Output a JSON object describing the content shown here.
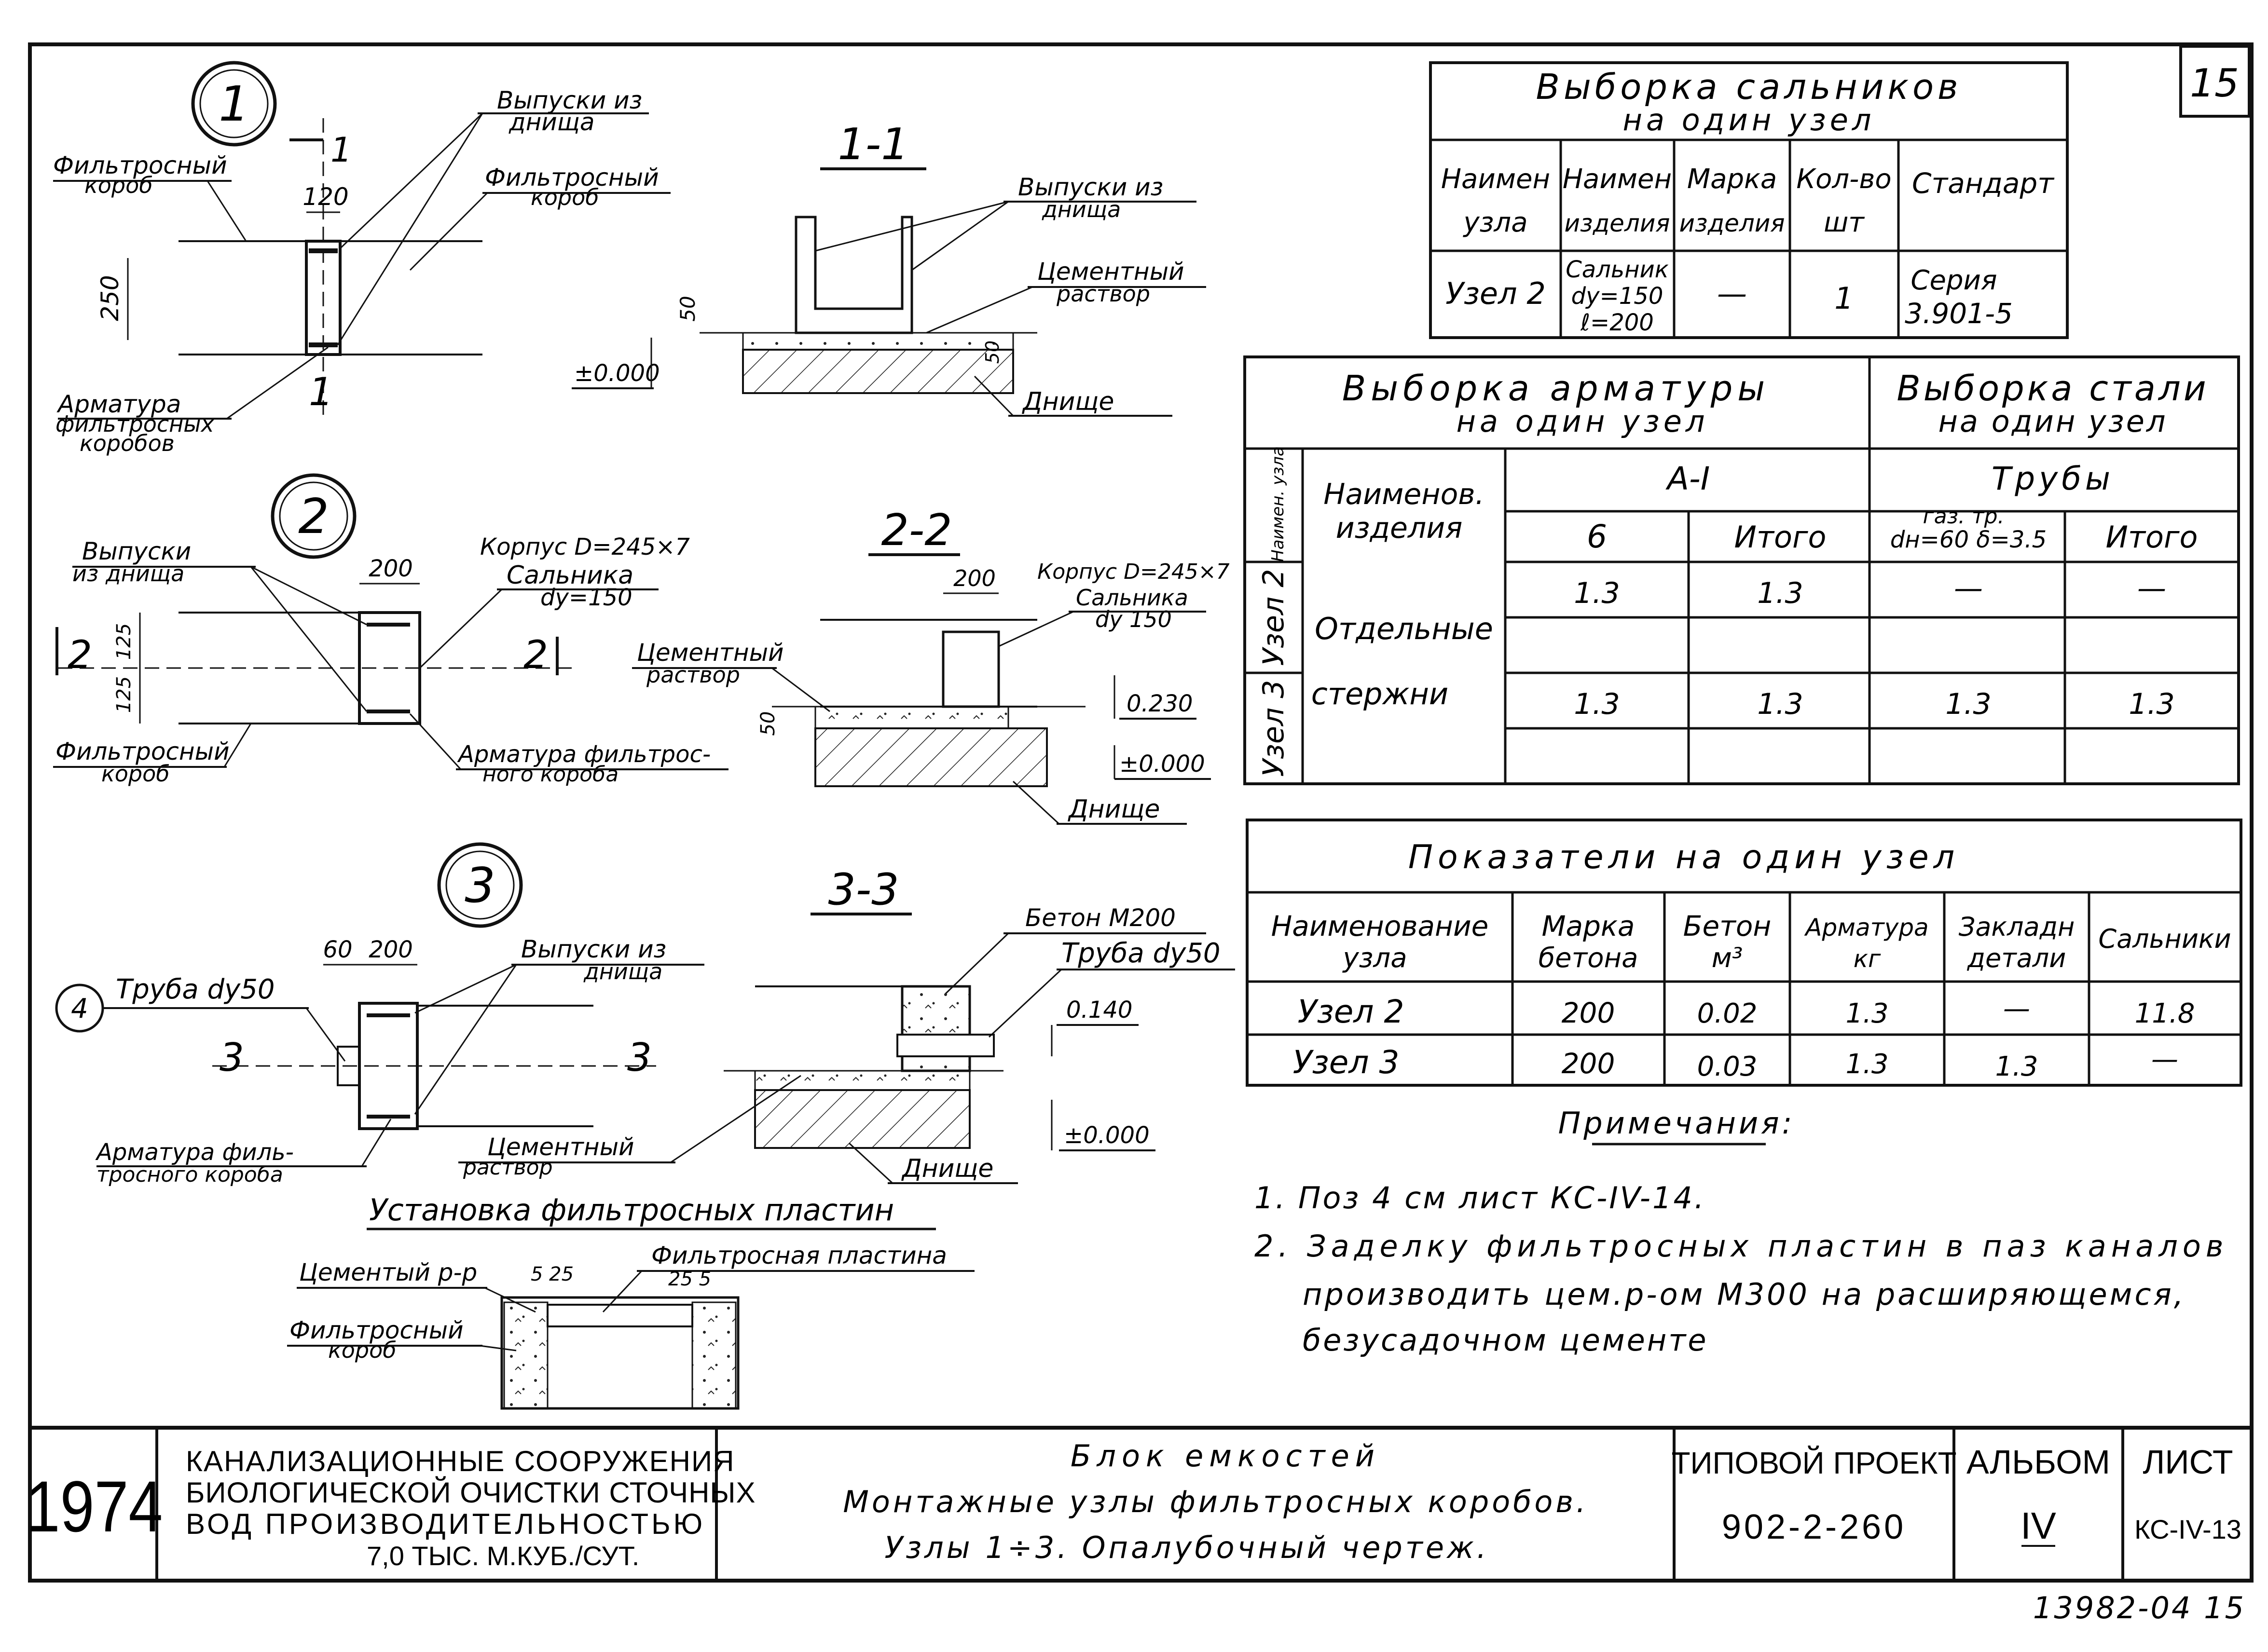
{
  "sheet_number": "15",
  "bottom_code": "13982-04 15",
  "node1": {
    "marker": "1",
    "section": "1",
    "label_outlets": [
      "Выпуски из",
      "днища"
    ],
    "label_box_left": [
      "Фильтросный",
      "короб"
    ],
    "label_box_right": [
      "Фильтросный",
      "короб"
    ],
    "label_rebar": [
      "Арматура",
      "фильтросных",
      "коробов"
    ],
    "dim_width": "120",
    "dim_height": "250"
  },
  "node2": {
    "marker": "2",
    "section": "2",
    "label_outlets": [
      "Выпуски",
      "из днища"
    ],
    "label_body": [
      "Корпус D=245×7",
      "Сальника",
      "dy=150"
    ],
    "label_box": [
      "Фильтросный",
      "короб"
    ],
    "label_rebar": [
      "Арматура фильтрос-",
      "ного короба"
    ],
    "dim_width": "200",
    "dim_a": "125",
    "dim_b": "125"
  },
  "node3": {
    "marker": "3",
    "section": "3",
    "pos_marker": "4",
    "label_pipe": "Труба dy50",
    "label_outlets": [
      "Выпуски из",
      "днища"
    ],
    "label_rebar": [
      "Арматура филь-",
      "тросного короба"
    ],
    "dim_a": "60",
    "dim_b": "200"
  },
  "section11": {
    "title": "1-1",
    "label_outlets": [
      "Выпуски из",
      "днища"
    ],
    "label_mortar": [
      "Цементный",
      "раствор"
    ],
    "label_bottom": "Днище",
    "level": "±0.000",
    "dim_a": "50",
    "dim_b": "50"
  },
  "section22": {
    "title": "2-2",
    "label_body": [
      "Корпус D=245×7",
      "Сальника",
      "dy 150"
    ],
    "label_mortar": [
      "Цементный",
      "раствор"
    ],
    "label_bottom": "Днище",
    "dim_width": "200",
    "dim_left": "50",
    "level_top": "0.230",
    "level_zero": "±0.000"
  },
  "section33": {
    "title": "3-3",
    "label_concrete": "Бетон М200",
    "label_pipe": "Труба dy50",
    "label_mortar": "Цементный",
    "label_mortar2": "раствор",
    "label_bottom": "Днище",
    "level_top": "0.140",
    "level_zero": "±0.000"
  },
  "plates": {
    "title": "Установка фильтросных пластин",
    "label_mortar": "Цементый р-р",
    "label_plate": "Фильтросная пластина",
    "label_box": [
      "Фильтросный",
      "короб"
    ],
    "dim_left": "5 25",
    "dim_right": "25 5"
  },
  "glands_table": {
    "title_line1": "Выборка сальников",
    "title_line2": "на один узел",
    "headers": [
      [
        "Наимен",
        "узла"
      ],
      [
        "Наимен",
        "изделия"
      ],
      [
        "Марка",
        "изделия"
      ],
      [
        "Кол-во",
        "шт"
      ],
      [
        "Стандарт",
        ""
      ]
    ],
    "row": {
      "node": "Узел 2",
      "item": [
        "Сальник",
        "dy=150",
        "ℓ=200"
      ],
      "mark": "—",
      "qty": "1",
      "standard": [
        "Серия",
        "3.901-5"
      ]
    }
  },
  "rebar_table": {
    "title_rebar": [
      "Выборка арматуры",
      "на один узел"
    ],
    "title_steel": [
      "Выборка стали",
      "на один узел"
    ],
    "col_node": "Наимен. узла",
    "col_item": [
      "Наименов.",
      "изделия"
    ],
    "grade": "A-I",
    "col_d": "6",
    "col_total": "Итого",
    "pipes": "Трубы",
    "pipe_spec": [
      "газ. тр.",
      "dн=60 δ=3.5"
    ],
    "col_pipe_total": "Итого",
    "item_name": [
      "Отдельные",
      "стержни"
    ],
    "rows": [
      {
        "node": "Узел 2",
        "d": "1.3",
        "total": "1.3",
        "pipe": "—",
        "pipe_total": "—"
      },
      {
        "node": "Узел 3",
        "d": "1.3",
        "total": "1.3",
        "pipe": "1.3",
        "pipe_total": "1.3"
      }
    ]
  },
  "indicators_table": {
    "title": "Показатели на один узел",
    "headers": [
      [
        "Наименование",
        "узла"
      ],
      [
        "Марка",
        "бетона"
      ],
      [
        "Бетон",
        "м³"
      ],
      [
        "Арматура",
        "кг"
      ],
      [
        "Закладн",
        "детали"
      ],
      [
        "Сальники",
        ""
      ]
    ],
    "rows": [
      [
        "Узел 2",
        "200",
        "0.02",
        "1.3",
        "—",
        "11.8"
      ],
      [
        "Узел 3",
        "200",
        "0.03",
        "1.3",
        "1.3",
        "—"
      ]
    ]
  },
  "notes": {
    "title": "Примечания:",
    "items": [
      "1.  Поз 4 см лист КС-IV-14.",
      "2.  Заделку фильтросных пластин в паз каналов",
      "производить цем.р-ом М300 на расширяющемся,",
      "безусадочном цементе"
    ]
  },
  "title_block": {
    "year": "1974",
    "org": [
      "КАНАЛИЗАЦИОННЫЕ СООРУЖЕНИЯ",
      "БИОЛОГИЧЕСКОЙ ОЧИСТКИ СТОЧНЫХ",
      "ВОД ПРОИЗВОДИТЕЛЬНОСТЬЮ",
      "7,0 ТЫС. М.КУБ./СУТ."
    ],
    "desc": [
      "Блок емкостей",
      "Монтажные узлы фильтросных коробов.",
      "Узлы 1÷3. Опалубочный чертеж."
    ],
    "project_label": "ТИПОВОЙ ПРОЕКТ",
    "project_no": "902-2-260",
    "album_label": "АЛЬБОМ",
    "album_no": "IV",
    "sheet_label": "ЛИСТ",
    "sheet_no": "КС-IV-13"
  }
}
